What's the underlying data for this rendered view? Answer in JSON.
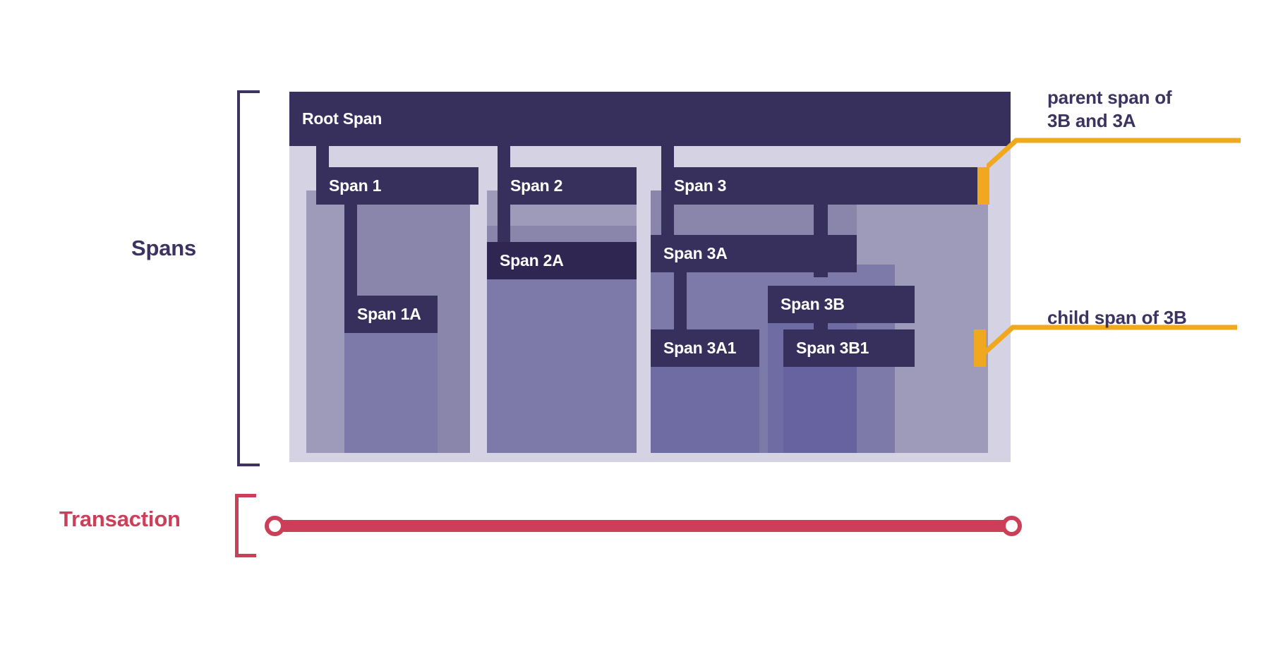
{
  "diagram": {
    "title": "Spans and Transaction trace diagram",
    "colors": {
      "span_bar": "#38305c",
      "span_bar_dark": "#2f2752",
      "panel_background": "#d5d3e3",
      "accent_orange": "#f0a81e",
      "transaction_red": "#cc3f58",
      "label_purple": "#3c3360"
    }
  },
  "labels": {
    "spans": "Spans",
    "transaction": "Transaction"
  },
  "spans": [
    {
      "id": "root",
      "label": "Root Span",
      "depth": 0
    },
    {
      "id": "s1",
      "label": "Span 1",
      "depth": 1,
      "parent": "root"
    },
    {
      "id": "s1a",
      "label": "Span 1A",
      "depth": 2,
      "parent": "s1"
    },
    {
      "id": "s2",
      "label": "Span 2",
      "depth": 1,
      "parent": "root"
    },
    {
      "id": "s2a",
      "label": "Span 2A",
      "depth": 2,
      "parent": "s2"
    },
    {
      "id": "s3",
      "label": "Span 3",
      "depth": 1,
      "parent": "root"
    },
    {
      "id": "s3a",
      "label": "Span 3A",
      "depth": 2,
      "parent": "s3"
    },
    {
      "id": "s3a1",
      "label": "Span 3A1",
      "depth": 3,
      "parent": "s3a"
    },
    {
      "id": "s3b",
      "label": "Span 3B",
      "depth": 2,
      "parent": "s3"
    },
    {
      "id": "s3b1",
      "label": "Span 3B1",
      "depth": 3,
      "parent": "s3b"
    }
  ],
  "callouts": [
    {
      "id": "callout-parent",
      "line1": "parent span of",
      "line2": "3B and 3A",
      "target_span": "Span 3"
    },
    {
      "id": "callout-child",
      "line1": "child span of 3B",
      "line2": "",
      "target_span": "Span 3B1"
    }
  ]
}
